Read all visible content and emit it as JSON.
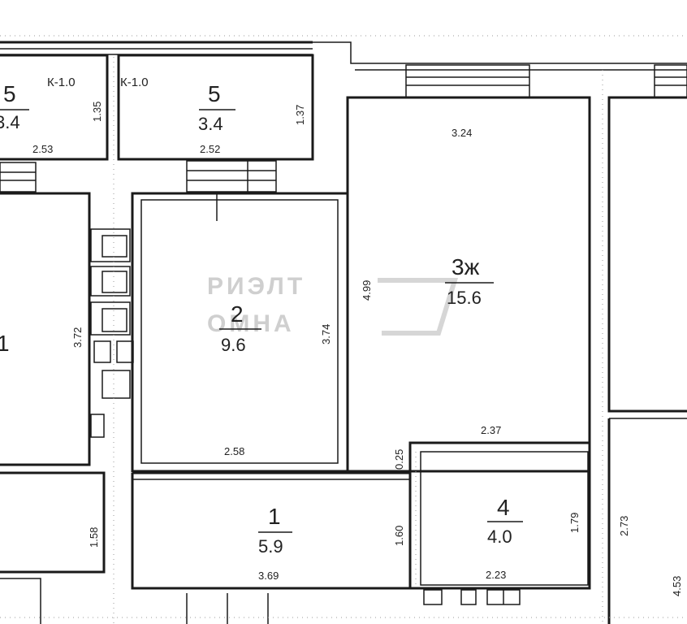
{
  "rooms": {
    "balcony_left": {
      "number": "5",
      "area": "3.4"
    },
    "balcony_mid": {
      "number": "5",
      "area": "3.4"
    },
    "room_2": {
      "number": "2",
      "area": "9.6"
    },
    "room_3": {
      "number": "3ж",
      "area": "15.6"
    },
    "room_1": {
      "number": "1",
      "area": "5.9"
    },
    "room_4": {
      "number": "4",
      "area": "4.0"
    },
    "left_partial": {
      "number": "1"
    }
  },
  "tags": {
    "k10_left": "К-1.0",
    "k10_right": "К-1.0"
  },
  "dimensions": {
    "d_135": "1.35",
    "d_253": "2.53",
    "d_252": "2.52",
    "d_137": "1.37",
    "d_324": "3.24",
    "d_499": "4.99",
    "d_374": "3.74",
    "d_372": "3.72",
    "d_258": "2.58",
    "d_237": "2.37",
    "d_025": "0.25",
    "d_160": "1.60",
    "d_179": "1.79",
    "d_273": "2.73",
    "d_369": "3.69",
    "d_223": "2.23",
    "d_158": "1.58",
    "d_453": "4.53"
  },
  "watermark": {
    "line1": "РИЭЛТ",
    "line2": "ОМНА"
  }
}
